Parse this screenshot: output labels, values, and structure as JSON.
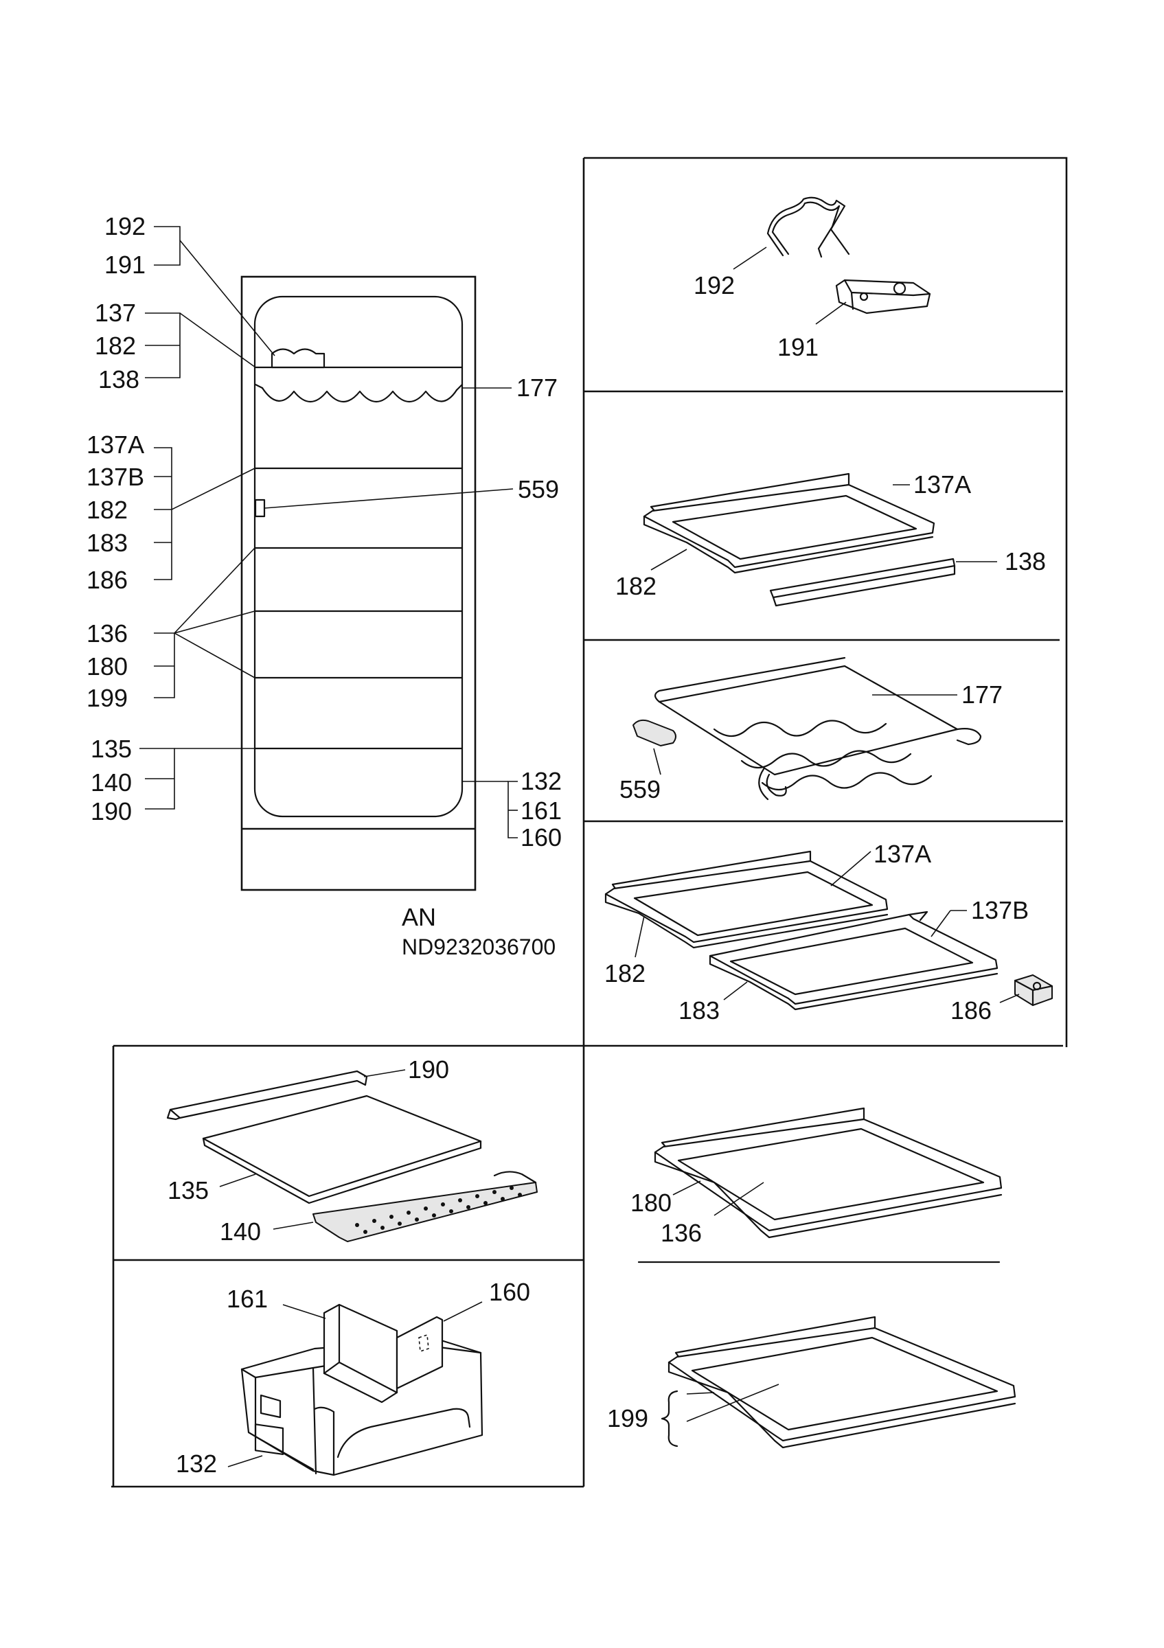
{
  "model": {
    "line1": "AN",
    "line2": "ND9232036700"
  },
  "overview_labels": {
    "l192": "192",
    "l191": "191",
    "l137": "137",
    "l182": "182",
    "l138": "138",
    "l177": "177",
    "l137A": "137A",
    "l137B": "137B",
    "l182b": "182",
    "l183": "183",
    "l186": "186",
    "l559": "559",
    "l136": "136",
    "l180": "180",
    "l199": "199",
    "l135": "135",
    "l140": "140",
    "l190": "190",
    "l132": "132",
    "l161": "161",
    "l160": "160"
  },
  "panel_labels": {
    "p1_192": "192",
    "p1_191": "191",
    "p2_137A": "137A",
    "p2_182": "182",
    "p2_138": "138",
    "p3_177": "177",
    "p3_559": "559",
    "p4_137A": "137A",
    "p4_137B": "137B",
    "p4_182": "182",
    "p4_183": "183",
    "p4_186": "186",
    "p5_190": "190",
    "p5_135": "135",
    "p5_140": "140",
    "p6_180": "180",
    "p6_136": "136",
    "p7_199": "199",
    "p8_161": "161",
    "p8_160": "160",
    "p8_132": "132"
  }
}
